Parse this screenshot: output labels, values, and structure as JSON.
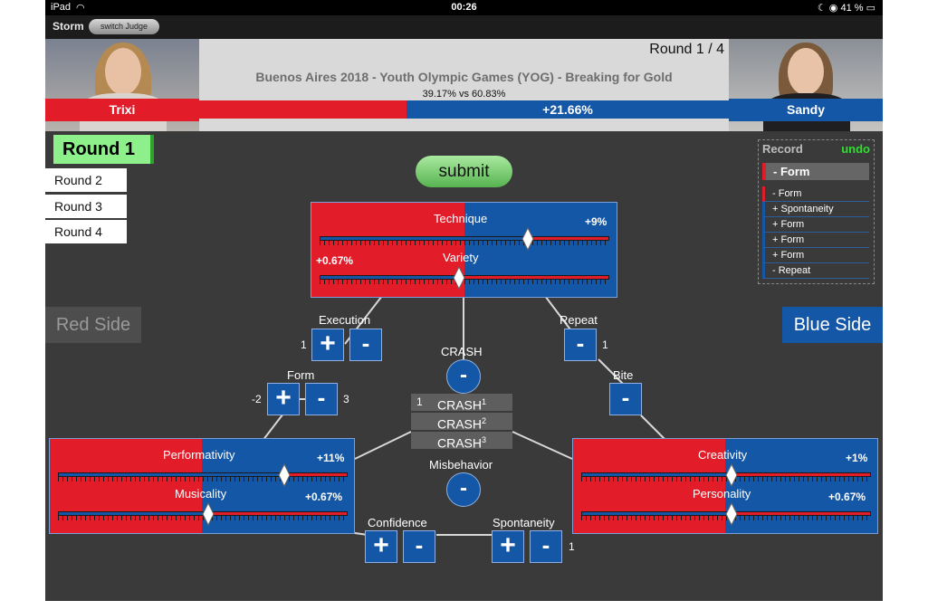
{
  "status_bar": {
    "device": "iPad",
    "time": "00:26",
    "battery": "41 %"
  },
  "topbar": {
    "app_name": "Storm",
    "switch_judge": "switch Judge"
  },
  "header": {
    "round_counter": "Round 1 / 4",
    "event_title": "Buenos Aires 2018 - Youth Olympic Games (YOG) - Breaking for Gold",
    "percent_vs": "39.17% vs 60.83%",
    "red_share": 39.17,
    "blue_share": 60.83,
    "difference": "+21.66%",
    "red_name": "Trixi",
    "blue_name": "Sandy"
  },
  "rounds": {
    "active": "Round 1",
    "others": [
      "Round 2",
      "Round 3",
      "Round 4"
    ]
  },
  "sides": {
    "red": "Red Side",
    "blue": "Blue Side"
  },
  "submit_label": "submit",
  "panels": {
    "top": {
      "technique": {
        "label": "Technique",
        "pct": "+9%",
        "value": 0.72
      },
      "variety": {
        "label": "Variety",
        "pct": "+0.67%",
        "value": 0.48
      }
    },
    "left": {
      "performativity": {
        "label": "Performativity",
        "pct": "+11%",
        "value": 0.78
      },
      "musicality": {
        "label": "Musicality",
        "pct": "+0.67%",
        "value": 0.52
      }
    },
    "right": {
      "creativity": {
        "label": "Creativity",
        "pct": "+1%",
        "value": 0.52
      },
      "personality": {
        "label": "Personality",
        "pct": "+0.67%",
        "value": 0.52
      }
    }
  },
  "controls": {
    "execution": {
      "label": "Execution",
      "count": "1"
    },
    "form": {
      "label": "Form",
      "left_count": "-2",
      "right_count": "3"
    },
    "repeat": {
      "label": "Repeat",
      "count": "1"
    },
    "bite": {
      "label": "Bite"
    },
    "crash": {
      "label": "CRASH",
      "count": "1",
      "rows": [
        "CRASH",
        "CRASH",
        "CRASH"
      ],
      "sups": [
        "1",
        "2",
        "3"
      ]
    },
    "misbehavior": {
      "label": "Misbehavior"
    },
    "confidence": {
      "label": "Confidence"
    },
    "spontaneity": {
      "label": "Spontaneity",
      "count": "1"
    },
    "plus_glyph": "+",
    "minus_glyph": "-"
  },
  "record": {
    "title": "Record",
    "undo": "undo",
    "current": "- Form",
    "items": [
      "- Form",
      "+ Spontaneity",
      "+ Form",
      "+ Form",
      "+ Form",
      "- Repeat"
    ]
  },
  "colors": {
    "red": "#e21c29",
    "blue": "#1457a6",
    "accent_green": "#2fe02f"
  }
}
